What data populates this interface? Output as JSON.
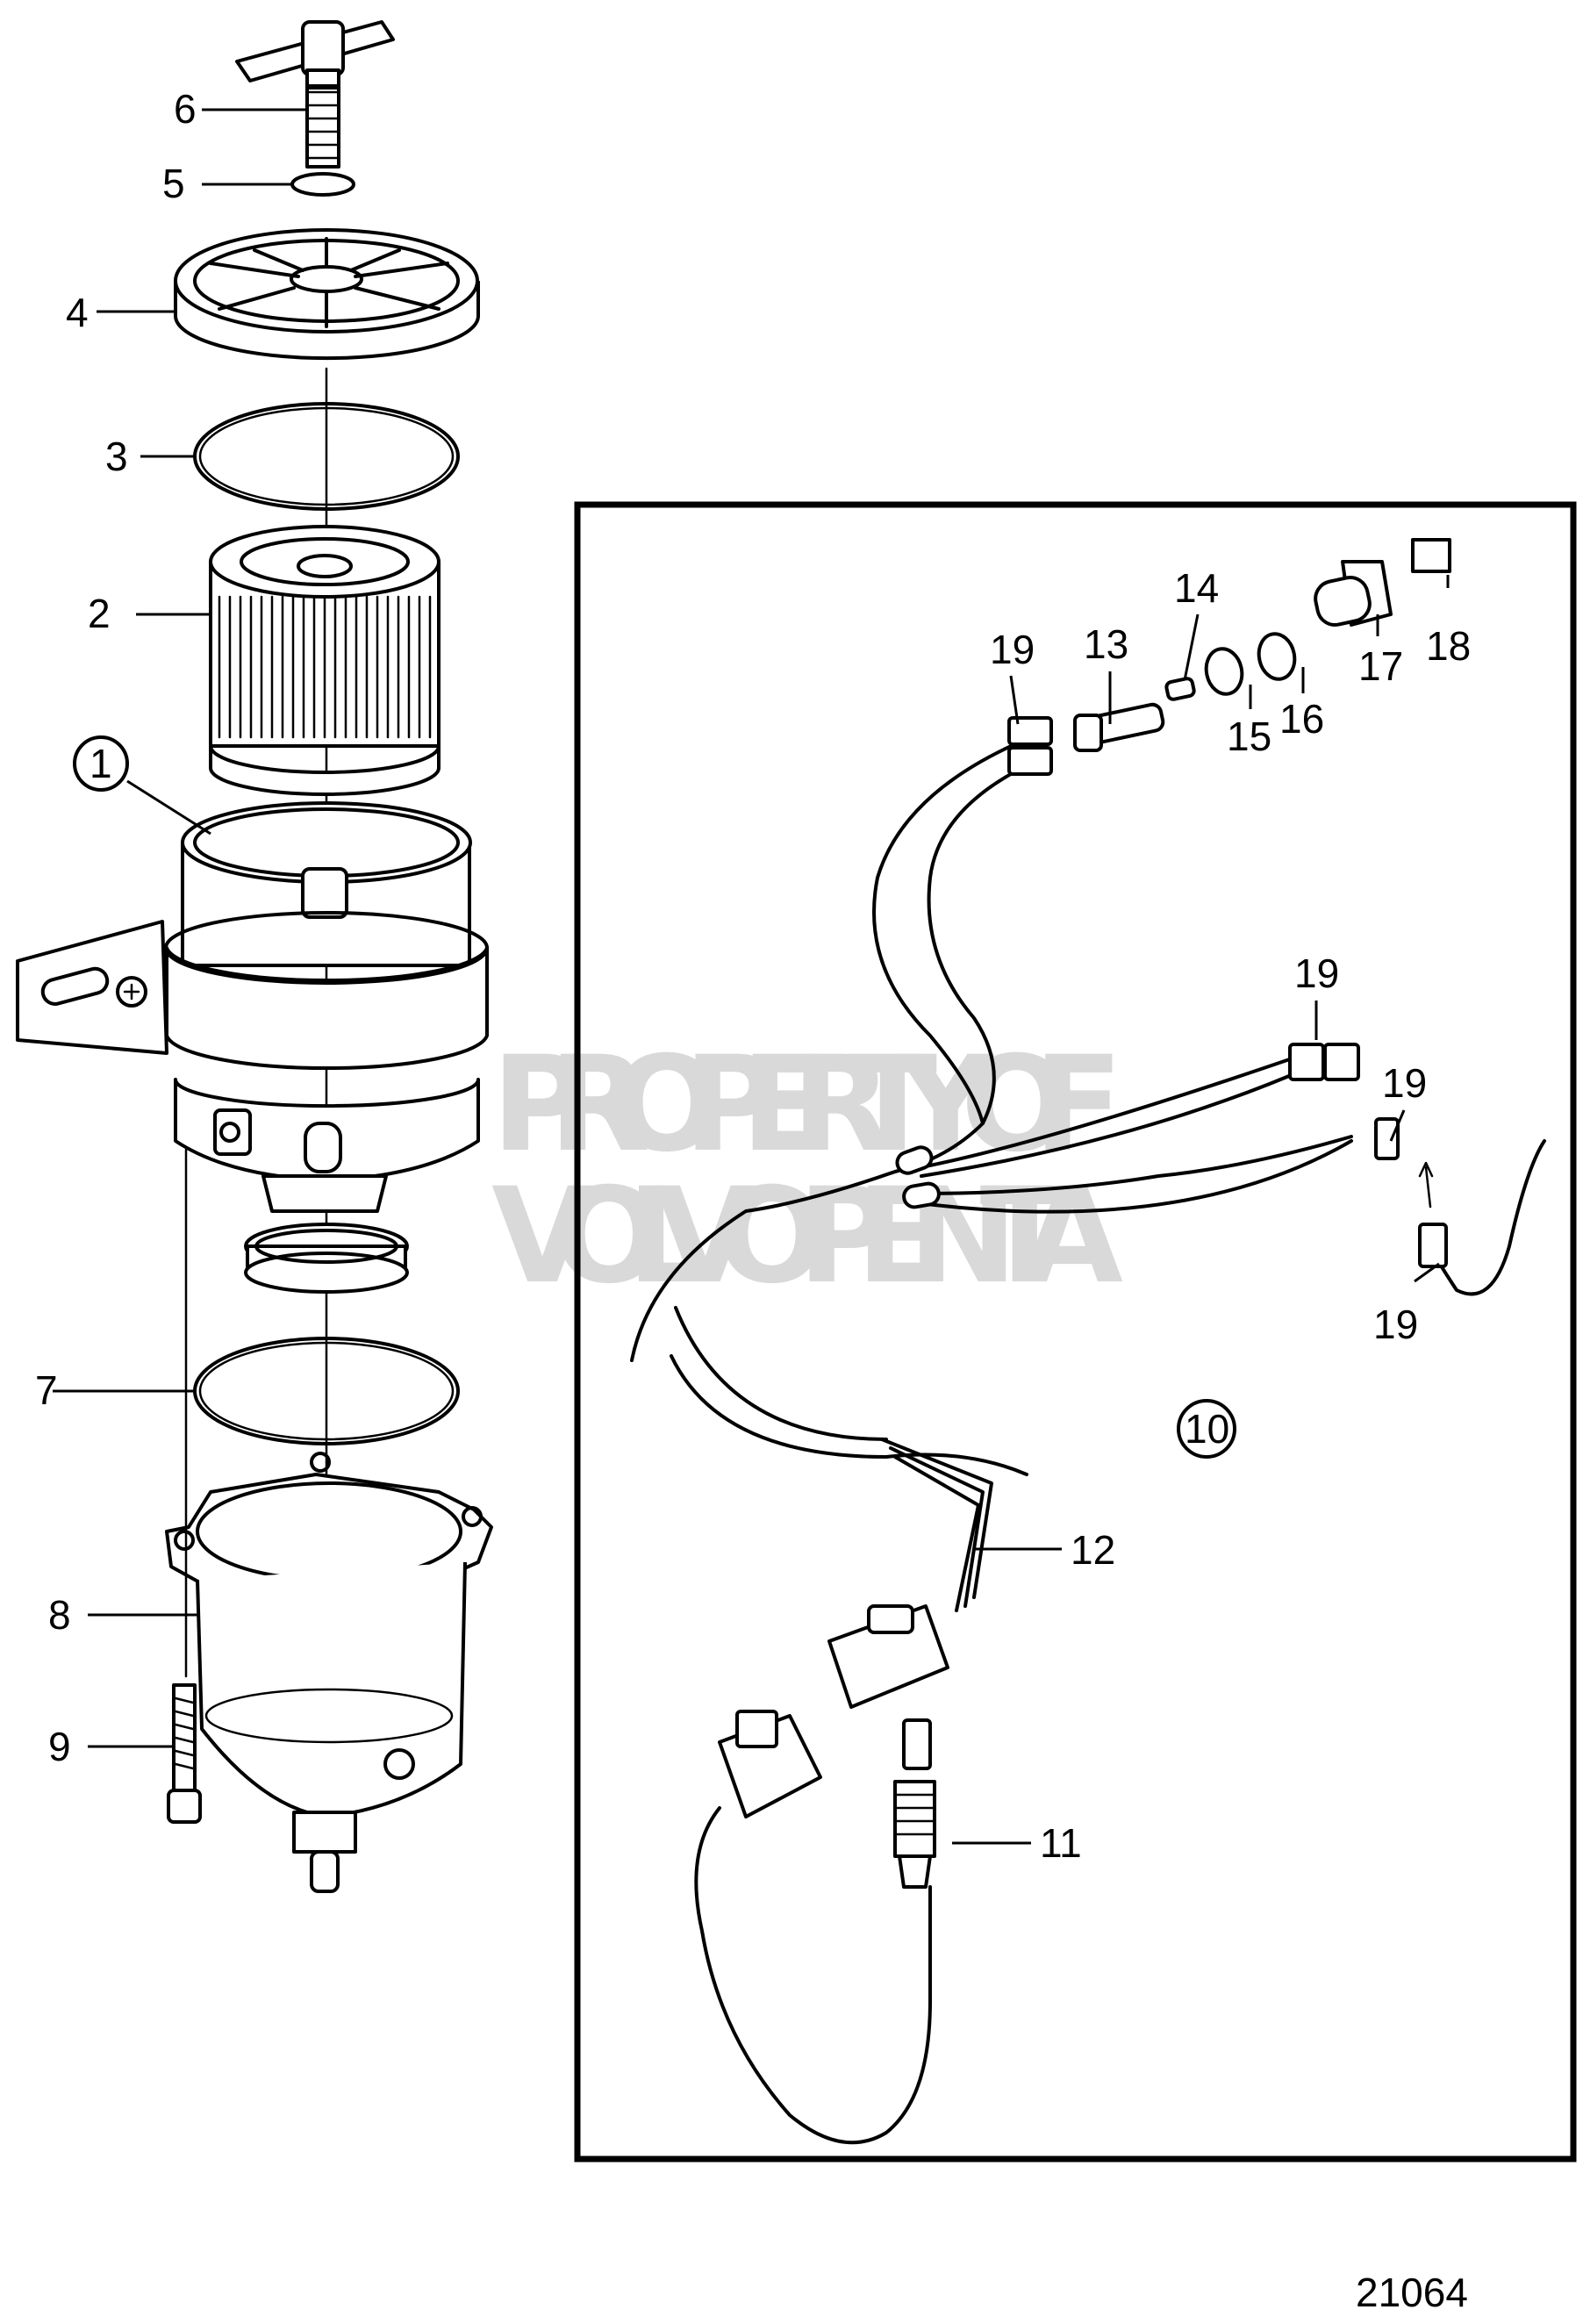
{
  "diagram": {
    "callouts": [
      "1",
      "2",
      "3",
      "4",
      "5",
      "6",
      "7",
      "8",
      "9",
      "10",
      "11",
      "12",
      "13",
      "14",
      "15",
      "16",
      "17",
      "18",
      "19"
    ],
    "watermark": [
      "PROPERTY OF",
      "VOLVO PENTA"
    ],
    "drawing_number": "21064"
  }
}
